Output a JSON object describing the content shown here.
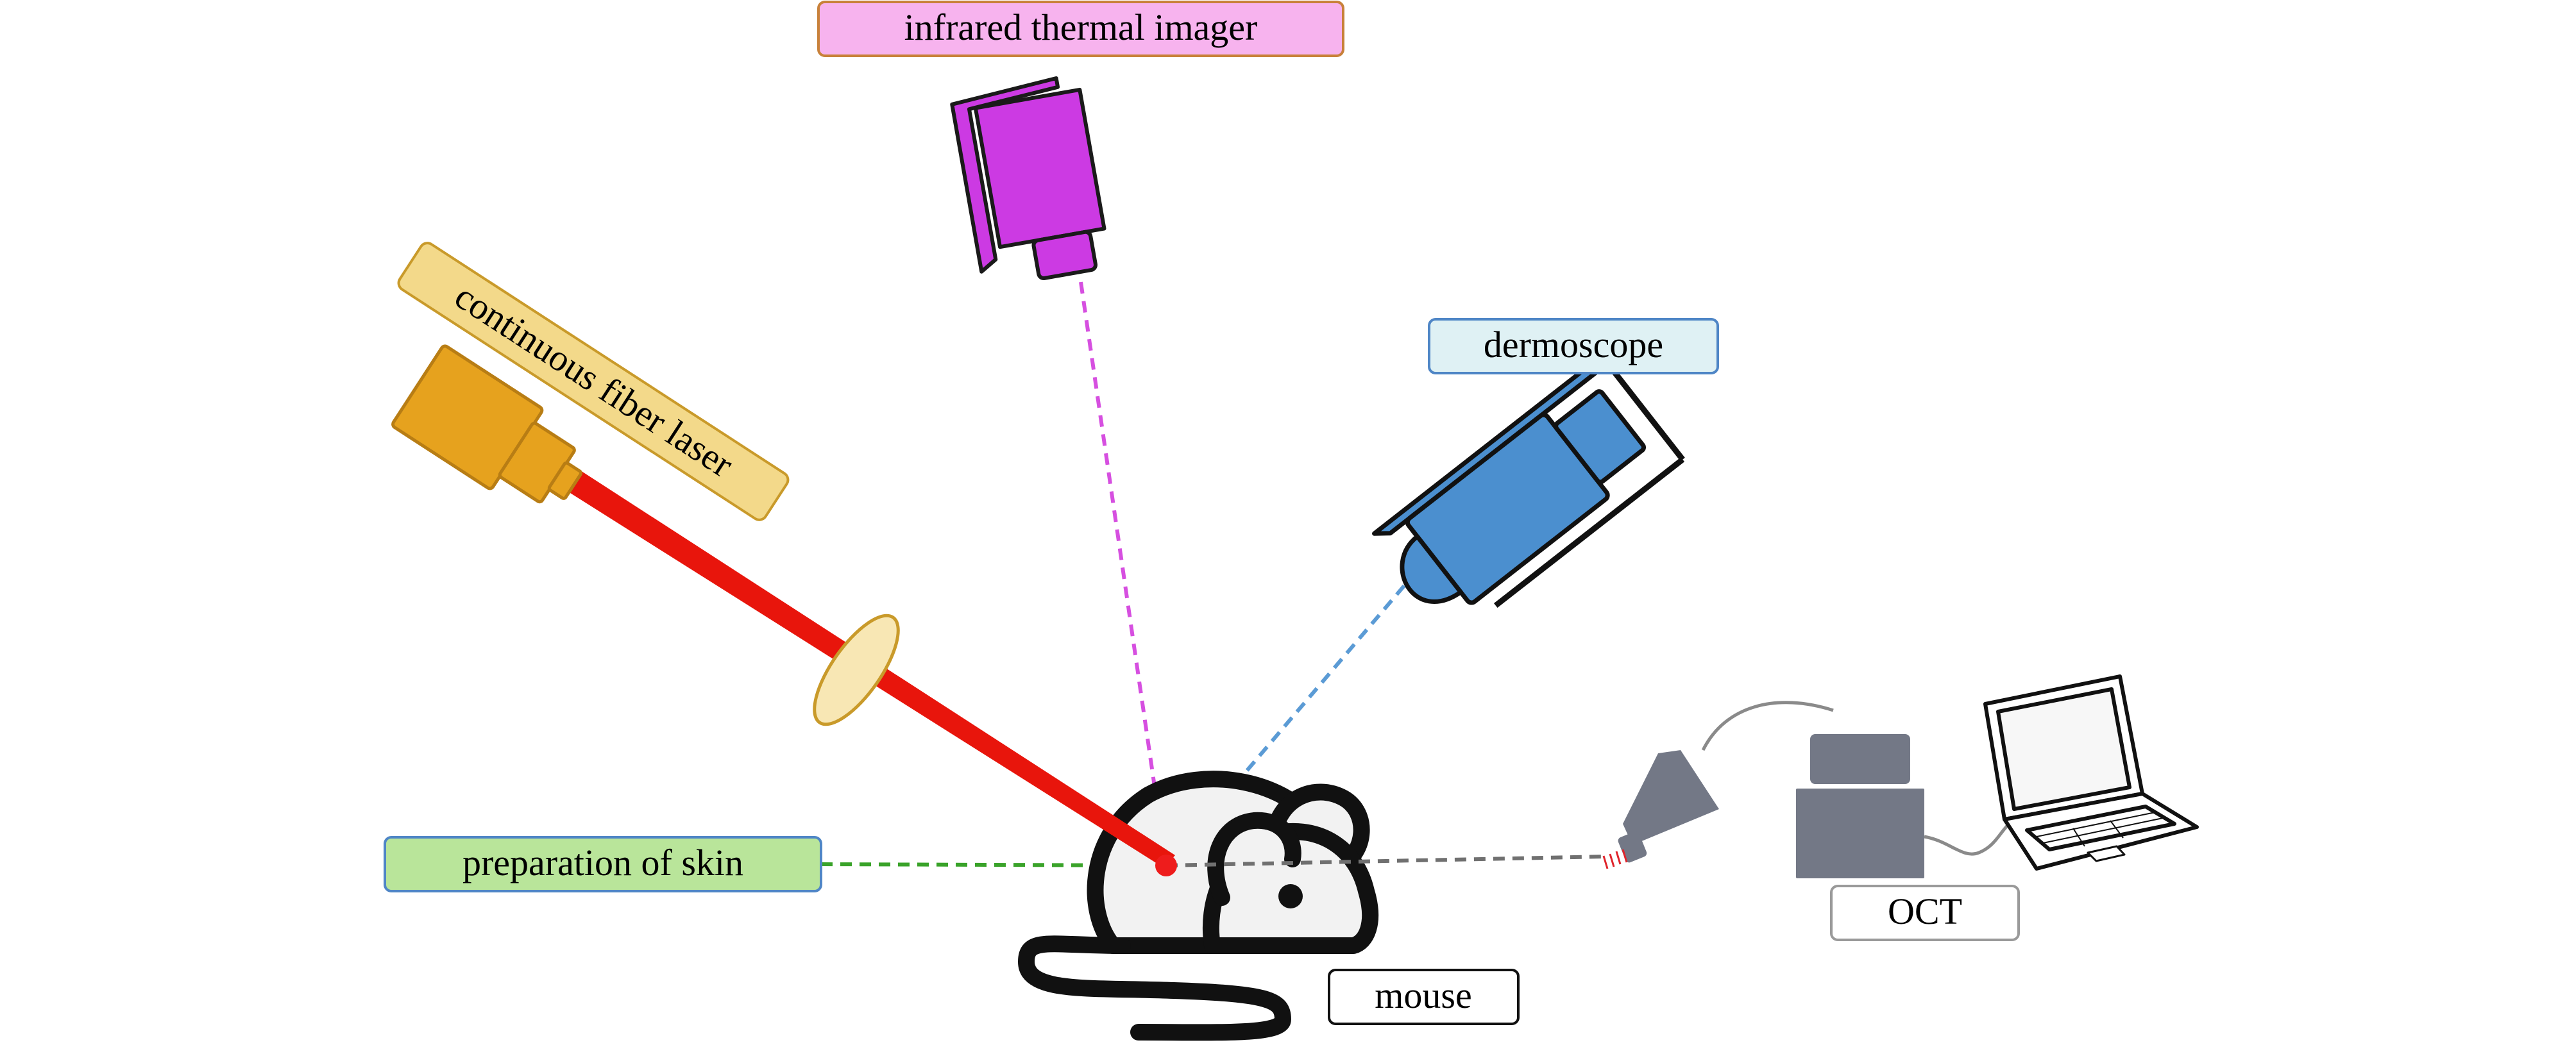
{
  "labels": {
    "thermal": "infrared thermal imager",
    "laser": "continuous fiber laser",
    "dermoscope": "dermoscope",
    "skin": "preparation of skin",
    "oct": "OCT",
    "mouse": "mouse"
  },
  "colors": {
    "thermal_label_fill": "#f7b3ee",
    "thermal_label_stroke": "#c8813a",
    "laser_label_fill": "#f3d98a",
    "laser_label_stroke": "#c99a2a",
    "dermoscope_label_fill": "#dff1f4",
    "dermoscope_label_stroke": "#4f86c6",
    "skin_label_fill": "#b9e59a",
    "skin_label_stroke": "#4f86c6",
    "oct_label_stroke": "#9a9a9a",
    "mouse_label_stroke": "#000000",
    "thermal_camera": "#cc3ae3",
    "laser_body": "#e6a21e",
    "laser_beam": "#e8150c",
    "lens": "#f8e7b4",
    "dermoscope_body": "#4b8fcf",
    "oct_device": "#737886",
    "thermal_ray": "#d64fe0",
    "dermoscope_ray": "#5b9bd5",
    "skin_ray": "#3aa32a",
    "oct_ray": "#707070"
  },
  "icons": [
    "thermal-camera-icon",
    "laser-head-icon",
    "lens-icon",
    "dermoscope-icon",
    "mouse-icon",
    "oct-probe-icon",
    "oct-device-icon",
    "laptop-icon",
    "target-spot-icon"
  ]
}
